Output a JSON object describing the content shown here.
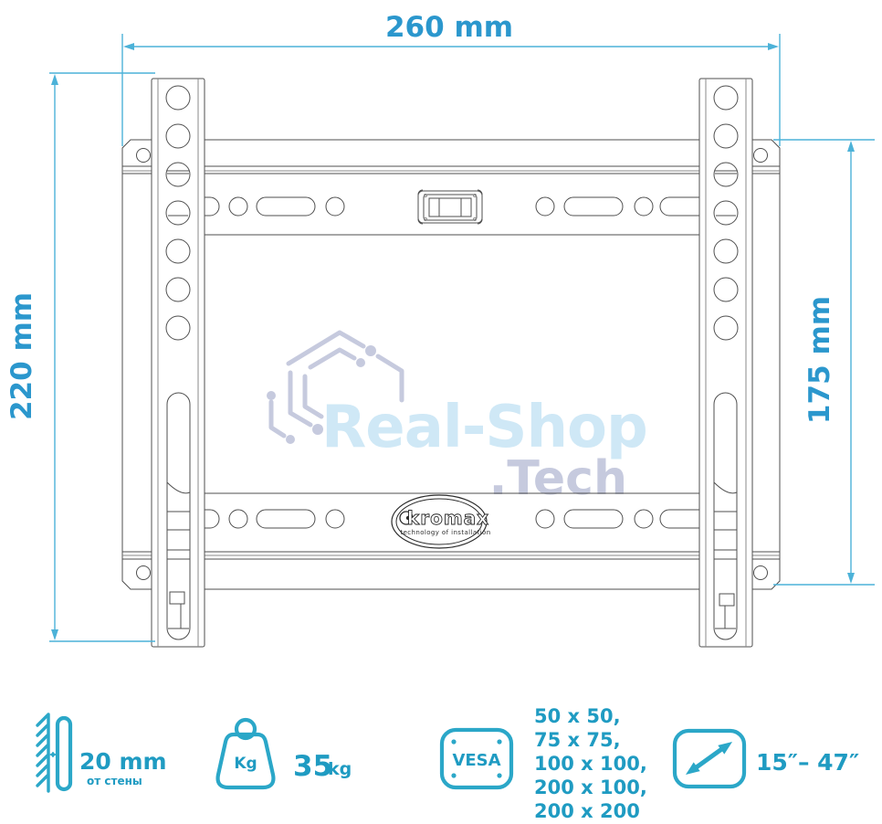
{
  "dimensions": {
    "width": "260 mm",
    "rail_height": "220 mm",
    "plate_height": "175 mm"
  },
  "watermark": {
    "primary": "Real-Shop",
    "secondary": ".Tech"
  },
  "brand": {
    "name": "kromax",
    "tagline": "technology of installation"
  },
  "specs": {
    "wall_distance": {
      "value": "20 mm",
      "note": "от стены"
    },
    "max_weight": {
      "badge": "Kg",
      "value": "35",
      "unit": "kg"
    },
    "vesa": {
      "badge": "VESA",
      "sizes": [
        "50 x 50,",
        "75 x 75,",
        "100 x 100,",
        "200 x 100,",
        "200 x 200"
      ]
    },
    "screen_size": {
      "range": "15″– 47″"
    }
  },
  "colors": {
    "dimension_line": "#4cb2d8",
    "dimension_text": "#2b97cd",
    "icon_stroke": "#2ba7c8",
    "icon_text": "#1f9bc2",
    "watermark_blue": "#cfe8f6",
    "watermark_violet": "#c6cade",
    "line_art": "#4f4f4f"
  }
}
